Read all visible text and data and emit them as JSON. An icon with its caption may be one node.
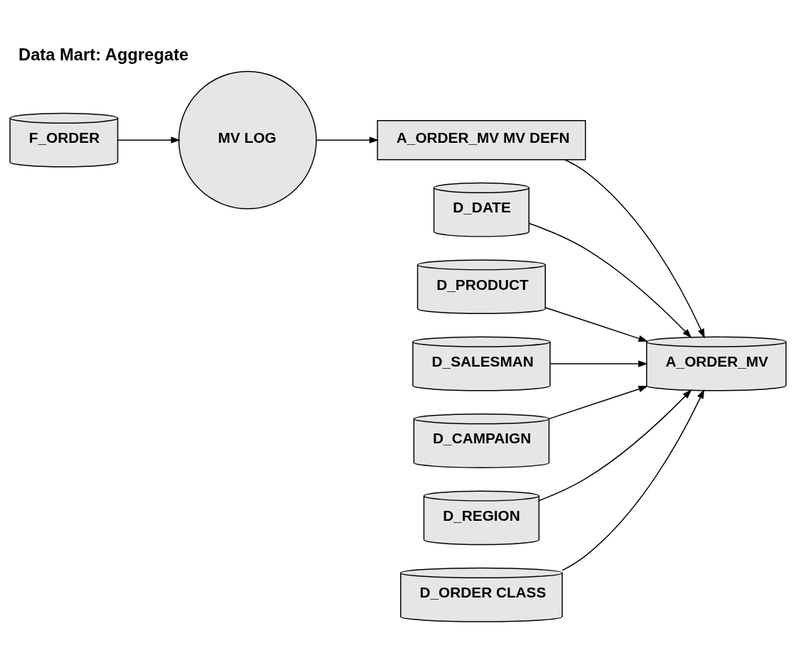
{
  "diagram": {
    "title": "Data Mart: Aggregate",
    "nodes": [
      {
        "text": [
          "F_ORDER"
        ]
      },
      {
        "text": [
          "MV LOG"
        ]
      },
      {
        "text": [
          "A_ORDER_MV MV DEFN"
        ]
      },
      {
        "text": [
          "A_ORDER_MV"
        ]
      },
      {
        "text": [
          "D_DATE"
        ]
      },
      {
        "text": [
          "D_PRODUCT"
        ]
      },
      {
        "text": [
          "D_SALESMAN"
        ]
      },
      {
        "text": [
          "D_CAMPAIGN"
        ]
      },
      {
        "text": [
          "D_REGION"
        ]
      },
      {
        "text": [
          "D_ORDER CLASS"
        ]
      }
    ],
    "edges": [
      {
        "from": 0,
        "to": 1,
        "arrow": "to"
      },
      {
        "from": 1,
        "to": 2,
        "arrow": "to"
      },
      {
        "from": 2,
        "to": 3,
        "arrow": "to"
      },
      {
        "from": 4,
        "to": 3,
        "arrow": "to"
      },
      {
        "from": 5,
        "to": 3,
        "arrow": "to"
      },
      {
        "from": 6,
        "to": 3,
        "arrow": "to"
      },
      {
        "from": 7,
        "to": 3,
        "arrow": "to"
      },
      {
        "from": 8,
        "to": 3,
        "arrow": "to"
      },
      {
        "from": 9,
        "to": 3,
        "arrow": "to"
      }
    ]
  }
}
